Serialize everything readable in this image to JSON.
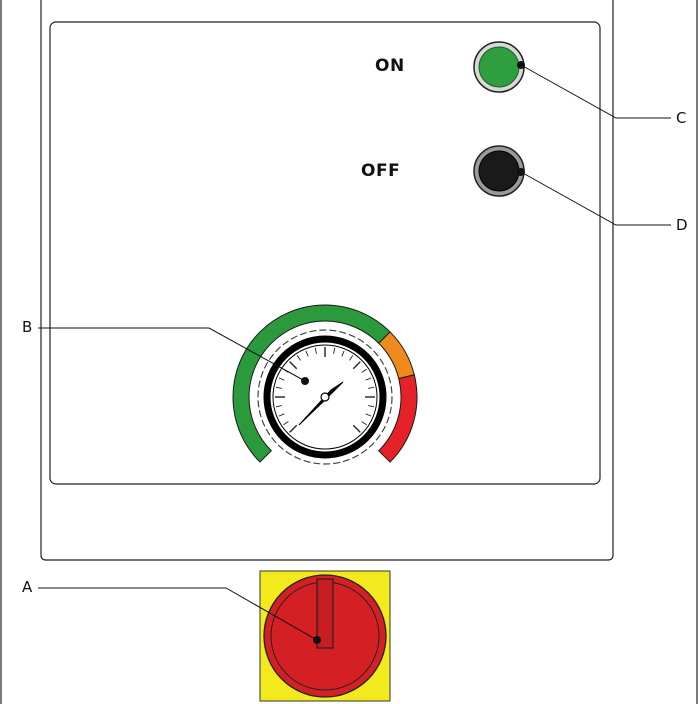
{
  "panel": {
    "on_label": "ON",
    "off_label": "OFF"
  },
  "callouts": {
    "a": "A",
    "b": "B",
    "c": "C",
    "d": "D"
  },
  "colors": {
    "on_lamp": "#2e9e3e",
    "off_lamp": "#1a1a1a",
    "gauge_green": "#2a9a3c",
    "gauge_orange": "#f08a1c",
    "gauge_red": "#e52228",
    "switch_plate": "#f2ea1d",
    "switch_knob": "#d42025"
  }
}
